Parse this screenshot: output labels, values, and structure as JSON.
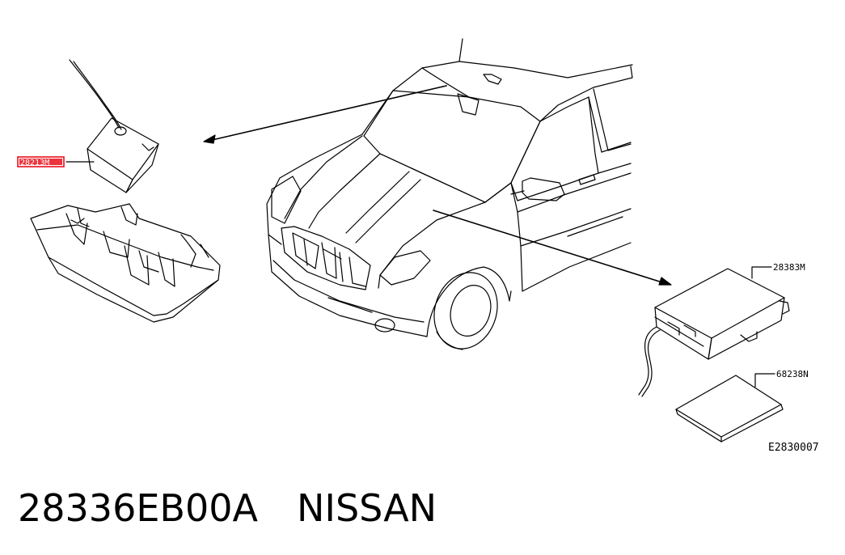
{
  "diagram": {
    "hl_part": {
      "label": "28213M",
      "highlight_color": "#e8101a"
    },
    "callouts": {
      "box_module": "28383M",
      "pad": "68238N",
      "ref_code": "E2830007"
    }
  },
  "caption": {
    "part_number": "28336EB00A",
    "brand": "NISSAN"
  }
}
